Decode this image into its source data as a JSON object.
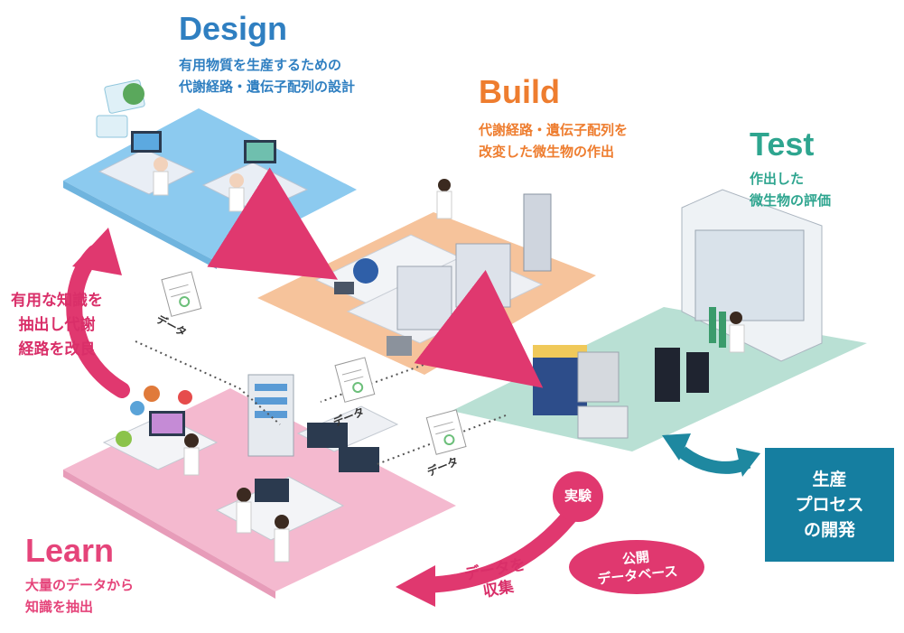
{
  "stages": {
    "design": {
      "title": "Design",
      "subtitle": "有用物質を生産するための\n代謝経路・遺伝子配列の設計"
    },
    "build": {
      "title": "Build",
      "subtitle": "代謝経路・遺伝子配列を\n改変した微生物の作出"
    },
    "test": {
      "title": "Test",
      "subtitle": "作出した\n微生物の評価"
    },
    "learn": {
      "title": "Learn",
      "subtitle": "大量のデータから\n知識を抽出"
    }
  },
  "cycle_note": "有用な知識を\n抽出し代謝\n経路を改良",
  "data_tags": [
    "データ",
    "データ",
    "データ"
  ],
  "production_box": "生産\nプロセス\nの開発",
  "bubbles": {
    "experiment": "実験",
    "public_db": "公開\nデータベース"
  },
  "collect_label": "データを\n収集",
  "colors": {
    "design_floor": "#8ccaef",
    "build_floor": "#f6c39b",
    "test_floor": "#b9e0d4",
    "learn_floor": "#f4b9cf",
    "design_text": "#2f7fc1",
    "build_text": "#ee7d2f",
    "test_text": "#2ea58f",
    "learn_text": "#e5447a",
    "arrow_pink": "#e0386f",
    "arrow_teal": "#1e88a0",
    "box": "#157ea0"
  }
}
